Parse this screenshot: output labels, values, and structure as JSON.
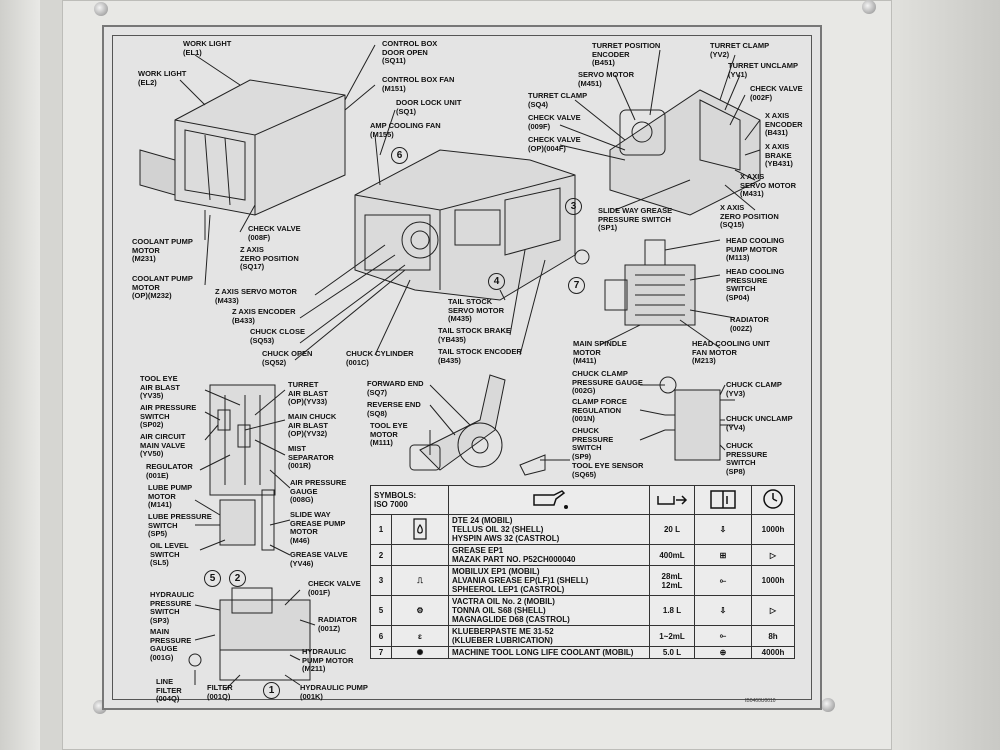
{
  "labels": {
    "work_light_1": "WORK LIGHT\n(EL1)",
    "work_light_2": "WORK LIGHT\n(EL2)",
    "control_box_door": "CONTROL BOX\nDOOR OPEN\n(SQ11)",
    "control_box_fan": "CONTROL BOX FAN\n(M151)",
    "door_lock": "DOOR LOCK UNIT\n(SQ1)",
    "amp_fan": "AMP COOLING FAN\n(M155)",
    "check_valve_008f": "CHECK VALVE\n(008F)",
    "coolant_pump_1": "COOLANT PUMP\nMOTOR\n(M231)",
    "coolant_pump_2": "COOLANT PUMP\nMOTOR\n(OP)(M232)",
    "z_zero": "Z AXIS\nZERO POSITION\n(SQ17)",
    "z_servo": "Z AXIS SERVO MOTOR\n(M433)",
    "z_encoder": "Z AXIS ENCODER\n(B433)",
    "chuck_close": "CHUCK CLOSE\n(SQ53)",
    "chuck_open": "CHUCK OPEN\n(SQ52)",
    "chuck_cyl": "CHUCK CYLINDER\n(001C)",
    "tail_servo": "TAIL STOCK\nSERVO MOTOR\n(M435)",
    "tail_brake": "TAIL STOCK BRAKE\n(YB435)",
    "tail_encoder": "TAIL STOCK ENCODER\n(B435)",
    "turret_pos_enc": "TURRET POSITION\nENCODER\n(B451)",
    "servo_motor": "SERVO MOTOR\n(M451)",
    "turret_clamp_top": "TURRET CLAMP\n(YV2)",
    "turret_unclamp": "TURRET UNCLAMP\n(YV1)",
    "check_valve_002f": "CHECK VALVE\n(002F)",
    "turret_clamp_sq4": "TURRET CLAMP\n(SQ4)",
    "check_valve_009f": "CHECK VALVE\n(009F)",
    "check_valve_004f": "CHECK VALVE\n(OP)(004F)",
    "x_encoder": "X AXIS\nENCODER\n(B431)",
    "x_brake": "X AXIS\nBRAKE\n(YB431)",
    "x_servo": "X AXIS\nSERVO MOTOR\n(M431)",
    "x_zero": "X AXIS\nZERO POSITION\n(SQ15)",
    "slide_grease": "SLIDE WAY GREASE\nPRESSURE SWITCH\n(SP1)",
    "head_cool_pump": "HEAD COOLING\nPUMP MOTOR\n(M113)",
    "head_cool_press": "HEAD COOLING\nPRESSURE\nSWITCH\n(SP04)",
    "radiator_002z": "RADIATOR\n(002Z)",
    "main_spindle": "MAIN SPINDLE\nMOTOR\n(M411)",
    "head_cool_fan": "HEAD COOLING UNIT\nFAN MOTOR\n(M213)",
    "tool_eye_air": "TOOL EYE\nAIR BLAST\n(YV35)",
    "turret_air": "TURRET\nAIR BLAST\n(OP)(YV33)",
    "air_press_sw": "AIR PRESSURE\nSWITCH\n(SP02)",
    "main_chuck_air": "MAIN CHUCK\nAIR BLAST\n(OP)(YV32)",
    "air_circuit": "AIR CIRCUIT\nMAIN VALVE\n(YV50)",
    "mist_sep": "MIST\nSEPARATOR\n(001R)",
    "regulator": "REGULATOR\n(001E)",
    "air_gauge": "AIR PRESSURE\nGAUGE\n(008G)",
    "lube_pump": "LUBE PUMP\nMOTOR\n(M141)",
    "lube_press": "LUBE PRESSURE\nSWITCH\n(SP5)",
    "slide_grease_pump": "SLIDE WAY\nGREASE PUMP\nMOTOR\n(M46)",
    "oil_level": "OIL LEVEL\nSWITCH\n(SL5)",
    "grease_valve": "GREASE VALVE\n(YV46)",
    "forward_end": "FORWARD END\n(SQ7)",
    "reverse_end": "REVERSE END\n(SQ8)",
    "tool_eye_motor": "TOOL EYE\nMOTOR\n(M111)",
    "tool_eye_sensor": "TOOL EYE SENSOR\n(SQ65)",
    "chuck_clamp_gauge": "CHUCK CLAMP\nPRESSURE GAUGE\n(002G)",
    "clamp_force": "CLAMP FORCE\nREGULATION\n(001N)",
    "chuck_press_sw": "CHUCK\nPRESSURE\nSWITCH\n(SP9)",
    "chuck_clamp_yv3": "CHUCK CLAMP\n(YV3)",
    "chuck_unclamp": "CHUCK UNCLAMP\n(YV4)",
    "chuck_press_sw8": "CHUCK\nPRESSURE\nSWITCH\n(SP8)",
    "check_valve_001f": "CHECK VALVE\n(001F)",
    "hyd_press_sw": "HYDRAULIC\nPRESSURE\nSWITCH\n(SP3)",
    "radiator_001z": "RADIATOR\n(001Z)",
    "main_press_gauge": "MAIN\nPRESSURE\nGAUGE\n(001G)",
    "hyd_pump_motor": "HYDRAULIC\nPUMP MOTOR\n(M211)",
    "line_filter": "LINE\nFILTER\n(004Q)",
    "filter": "FILTER\n(001Q)",
    "hyd_pump": "HYDRAULIC PUMP\n(001K)"
  },
  "circles": [
    "1",
    "2",
    "3",
    "4",
    "5",
    "6",
    "7"
  ],
  "symbols": {
    "label": "SYMBOLS:",
    "iso": "ISO 7000"
  },
  "lubricants": [
    {
      "num": "1",
      "oils": [
        "DTE 24 (MOBIL)",
        "TELLUS OIL 32 (SHELL)",
        "HYSPIN AWS 32 (CASTROL)"
      ],
      "qty": "20 L",
      "hours": "1000h"
    },
    {
      "num": "2",
      "oils": [
        "GREASE EP1",
        "MAZAK PART NO. P52CH000040"
      ],
      "qty": "400mL",
      "hours": ""
    },
    {
      "num": "3",
      "oils": [
        "MOBILUX EP1 (MOBIL)",
        "ALVANIA GREASE EP(LF)1 (SHELL)",
        "SPHEEROL LEP1 (CASTROL)"
      ],
      "qty": "28mL",
      "qty2": "12mL",
      "hours": "1000h"
    },
    {
      "num": "5",
      "oils": [
        "VACTRA OIL No. 2 (MOBIL)",
        "TONNA OIL S68 (SHELL)",
        "MAGNAGLIDE D68 (CASTROL)"
      ],
      "qty": "1.8 L",
      "hours": ""
    },
    {
      "num": "6",
      "oils": [
        "KLUEBERPASTE ME 31-52",
        "(KLUEBER LUBRICATION)"
      ],
      "qty": "1~2mL",
      "hours": "8h"
    },
    {
      "num": "7",
      "oils": [
        "MACHINE TOOL LONG LIFE COOLANT (MOBIL)"
      ],
      "qty": "5.0 L",
      "hours": "4000h"
    }
  ],
  "plate_code": "IB0460U0010"
}
